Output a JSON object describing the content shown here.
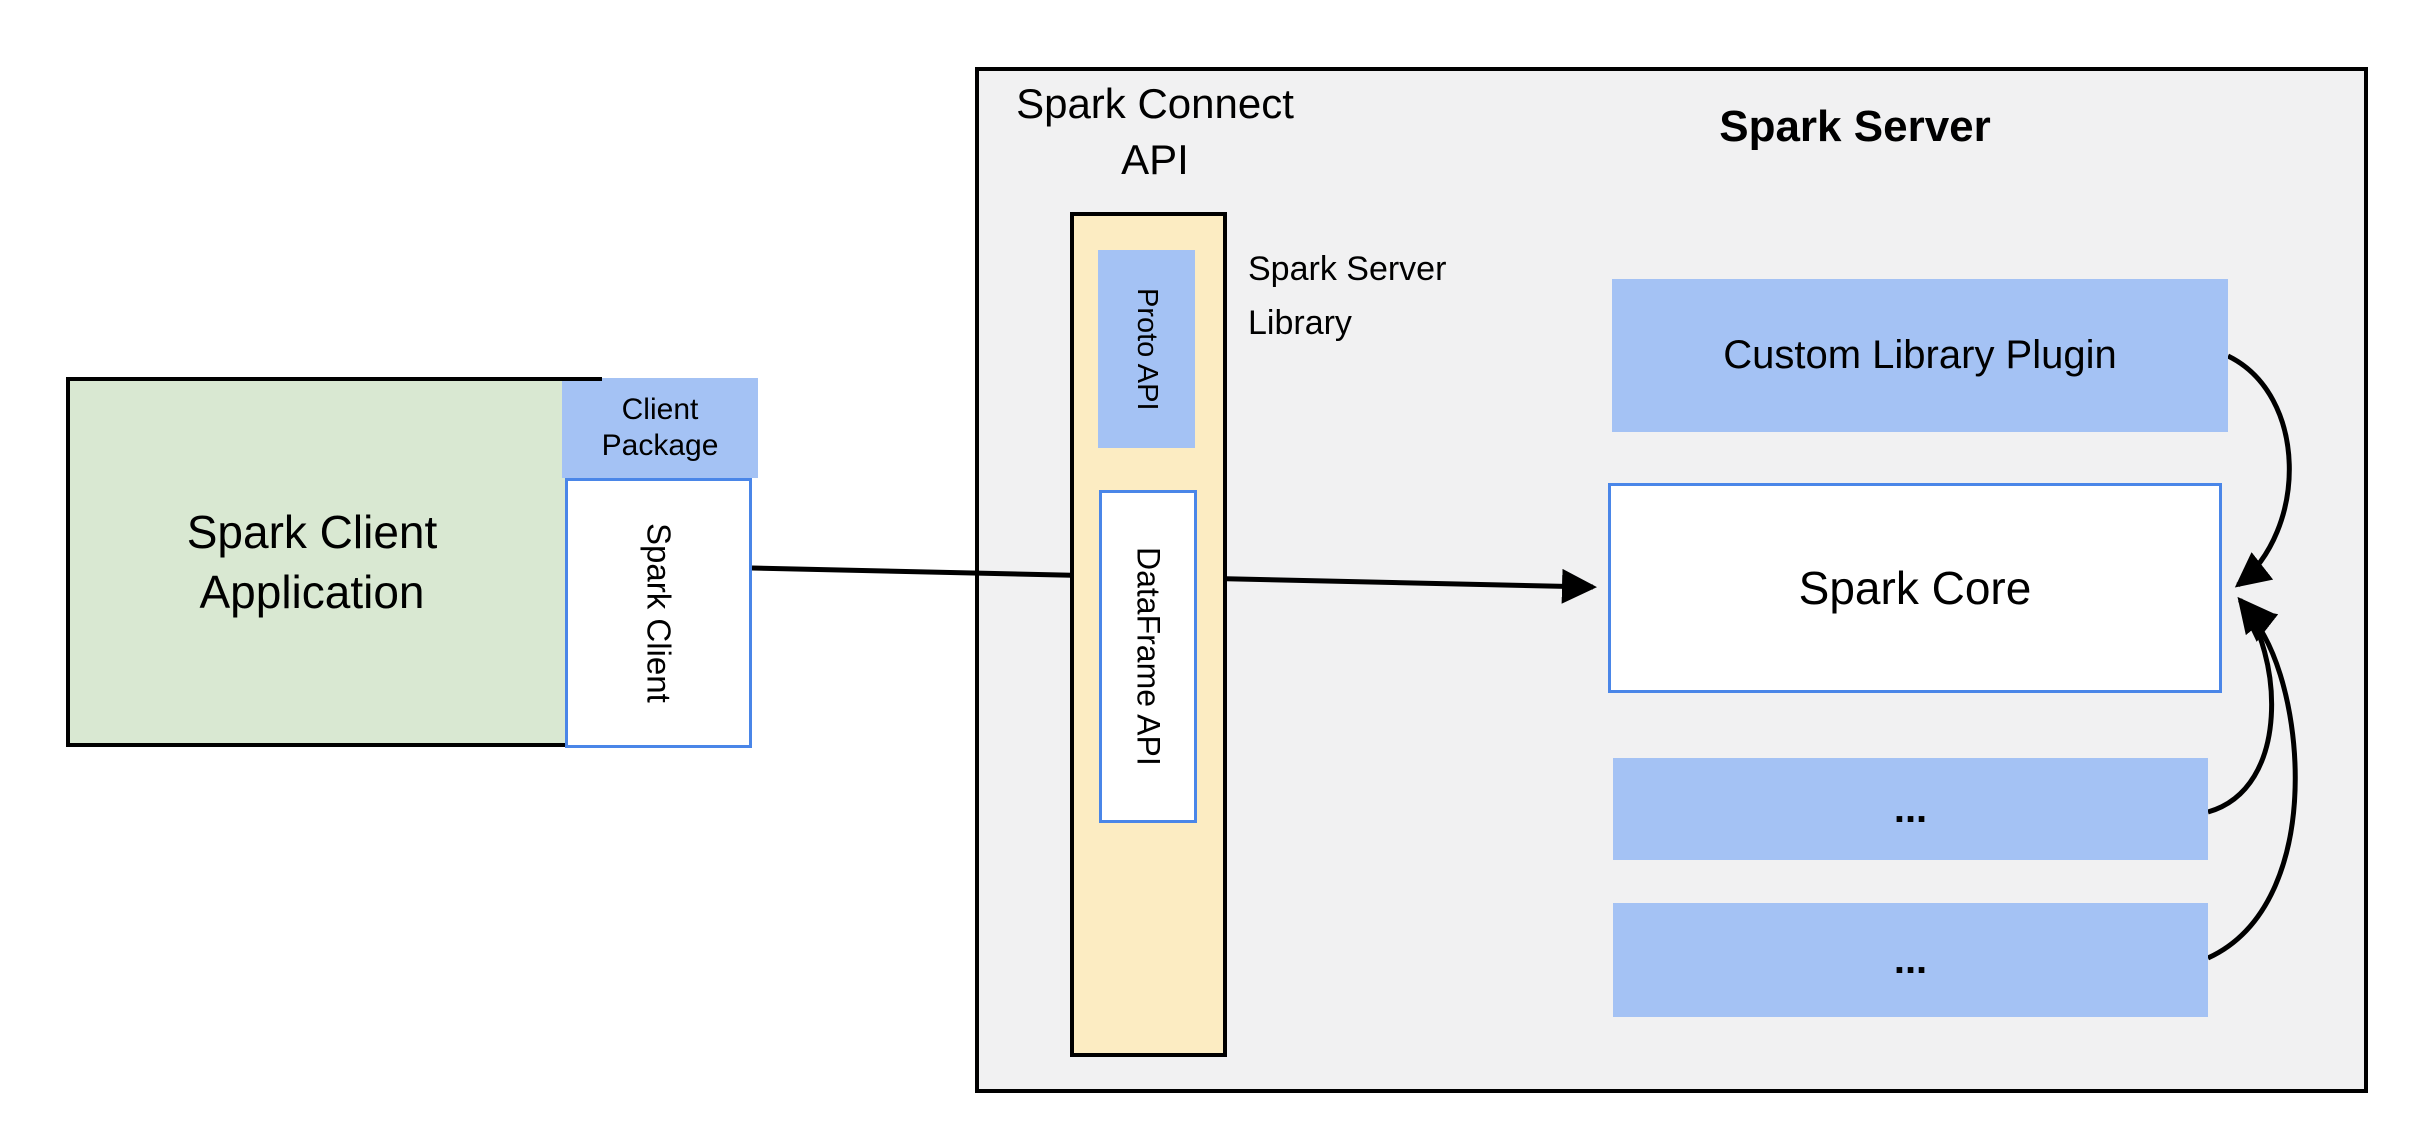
{
  "colors": {
    "page_bg": "#ffffff",
    "panel_fill": "#f1f1f2",
    "panel_border": "#000000",
    "green_fill": "#d9e8d2",
    "blue_fill": "#a4c2f4",
    "cream_fill": "#fcecc2",
    "blue_border": "#4a86e8",
    "arrow_color": "#000000",
    "text_color": "#000000"
  },
  "client_application": {
    "line1": "Spark Client",
    "line2": "Application"
  },
  "client_package": {
    "line1": "Client",
    "line2": "Package"
  },
  "spark_client": {
    "label": "Spark Client"
  },
  "spark_connect_api": {
    "line1": "Spark Connect",
    "line2": "API"
  },
  "spark_server": {
    "title": "Spark Server"
  },
  "spark_server_library": {
    "line1": "Spark Server",
    "line2": "Library"
  },
  "proto_api": {
    "label": "Proto API"
  },
  "dataframe_api": {
    "label": "DataFrame API"
  },
  "custom_library_plugin": {
    "label": "Custom Library Plugin"
  },
  "spark_core": {
    "label": "Spark Core"
  },
  "plugin_slot_1": {
    "label": "..."
  },
  "plugin_slot_2": {
    "label": "..."
  }
}
